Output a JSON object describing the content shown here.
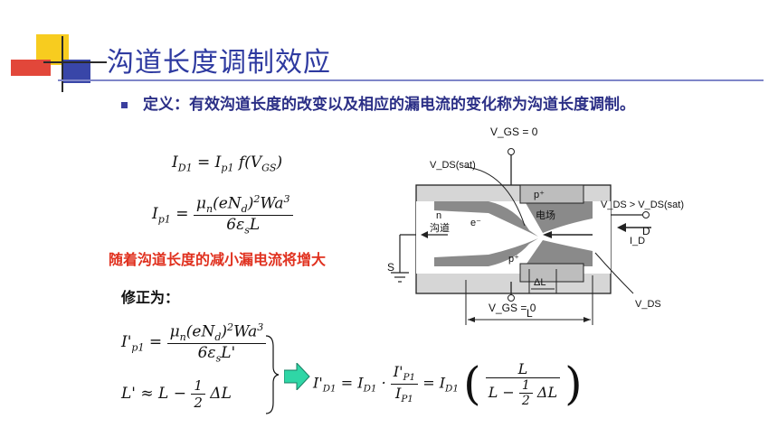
{
  "slide": {
    "title": "沟道长度调制效应",
    "definition": "定义：有效沟道长度的改变以及相应的漏电流的变化称为沟道长度调制。",
    "note_red": "随着沟道长度的减小漏电流将增大",
    "correction_label": "修正为："
  },
  "diagram": {
    "vgs_top": "V_GS = 0",
    "vds_sat": "V_DS(sat)",
    "channel_n": "n",
    "channel_label": "沟道",
    "electron": "e⁻",
    "field": "电场",
    "p_top": "p⁺",
    "p_bottom": "p⁺",
    "vds_cond": "V_DS > V_DS(sat)",
    "id": "I_D",
    "d": "D",
    "s": "S",
    "delta_l": "ΔL",
    "vgs_bottom": "V_GS = 0",
    "l": "L",
    "vds": "V_DS"
  },
  "colors": {
    "title": "#2e3aa0",
    "definition": "#2b2f86",
    "highlight": "#e0301e",
    "arrow": "#2fd6a6"
  }
}
